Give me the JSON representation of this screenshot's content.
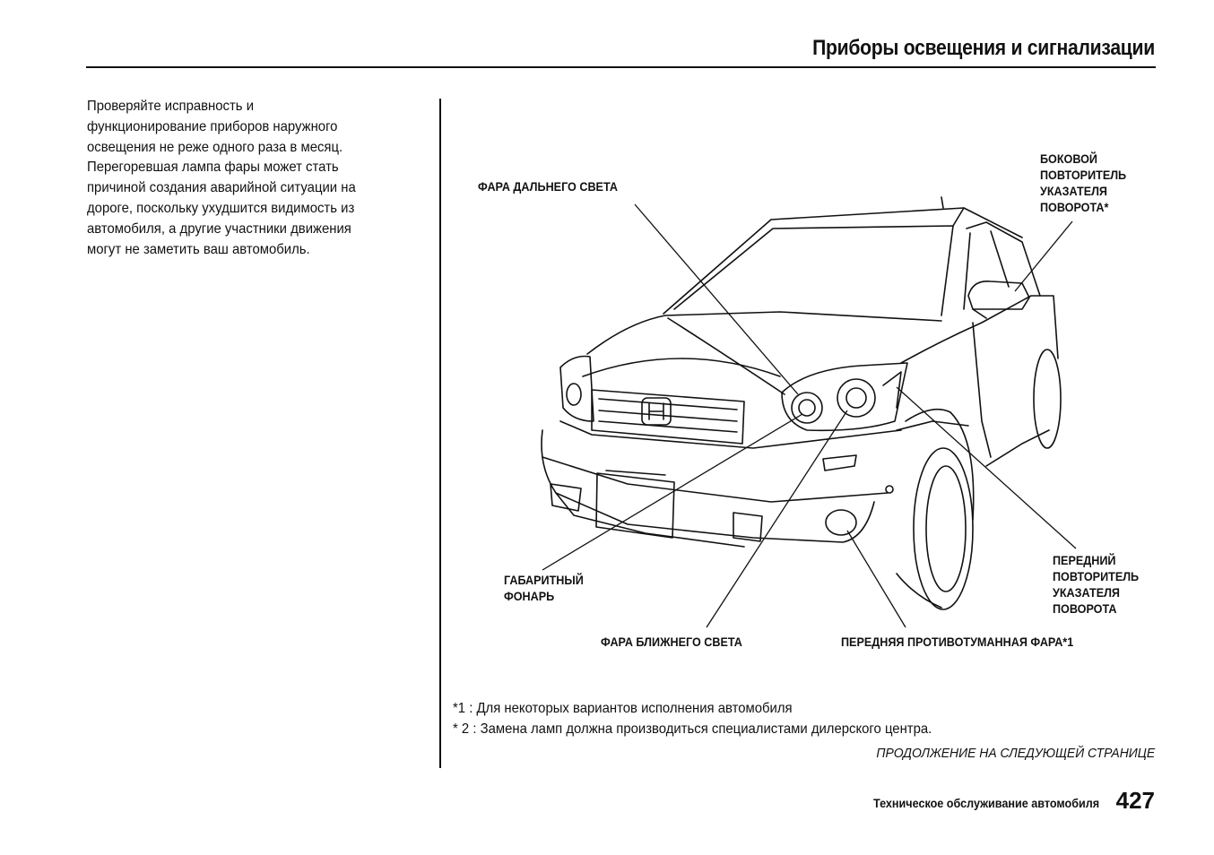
{
  "header": {
    "title": "Приборы освещения и сигнализации"
  },
  "intro": {
    "lines": [
      "Проверяйте исправность и",
      "функционирование приборов наружного",
      "освещения не реже одного раза в месяц.",
      "Перегоревшая лампа фары может стать",
      "причиной создания аварийной ситуации на",
      "дороге, поскольку ухудшится видимость из",
      "автомобиля, а другие участники движения",
      "могут не заметить ваш автомобиль."
    ]
  },
  "figure": {
    "labels": {
      "high_beam": [
        "ФАРА ДАЛЬНЕГО СВЕТА"
      ],
      "side_repeater": [
        "БОКОВОЙ",
        "ПОВТОРИТЕЛЬ",
        "УКАЗАТЕЛЯ",
        "ПОВОРОТА*"
      ],
      "parking_light": [
        "ГАБАРИТНЫЙ",
        "ФОНАРЬ"
      ],
      "low_beam": [
        "ФАРА БЛИЖНЕГО СВЕТА"
      ],
      "fog_light": [
        "ПЕРЕДНЯЯ ПРОТИВОТУМАННАЯ ФАРА*1"
      ],
      "front_repeater": [
        "ПЕРЕДНИЙ",
        "ПОВТОРИТЕЛЬ",
        "УКАЗАТЕЛЯ",
        "ПОВОРОТА"
      ]
    }
  },
  "footnotes": [
    "*1 : Для некоторых вариантов исполнения  автомобиля",
    "* 2 : Замена ламп должна производиться специалистами дилерского центра."
  ],
  "continued": "ПРОДОЛЖЕНИЕ НА СЛЕДУЮЩЕЙ СТРАНИЦЕ",
  "footer": {
    "section": "Техническое обслуживание автомобиля",
    "page_number": "427"
  }
}
